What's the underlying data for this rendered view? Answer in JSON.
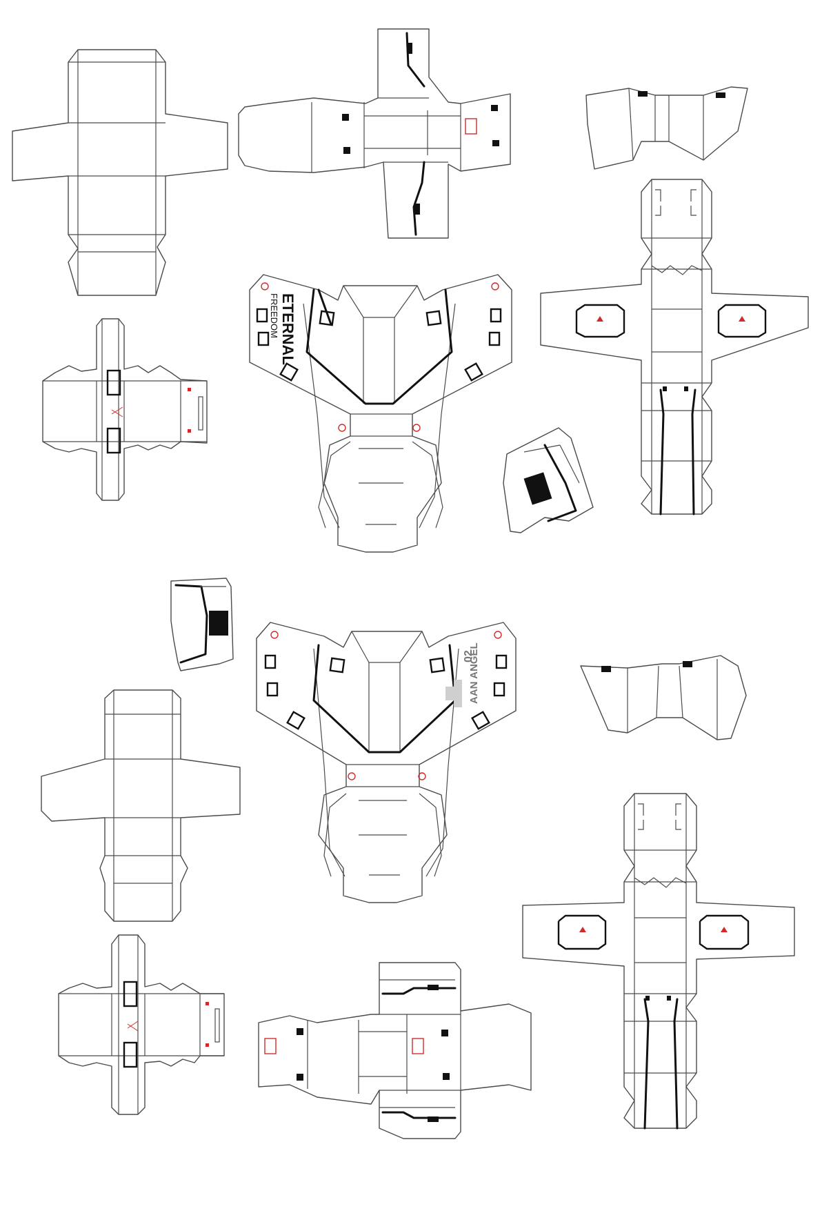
{
  "sheet": {
    "logo_top": {
      "line1": "ETERNAL",
      "line2": "FREEDOM"
    },
    "logo_bottom": {
      "line1": "AAN ANGEL",
      "line2": "02"
    }
  }
}
